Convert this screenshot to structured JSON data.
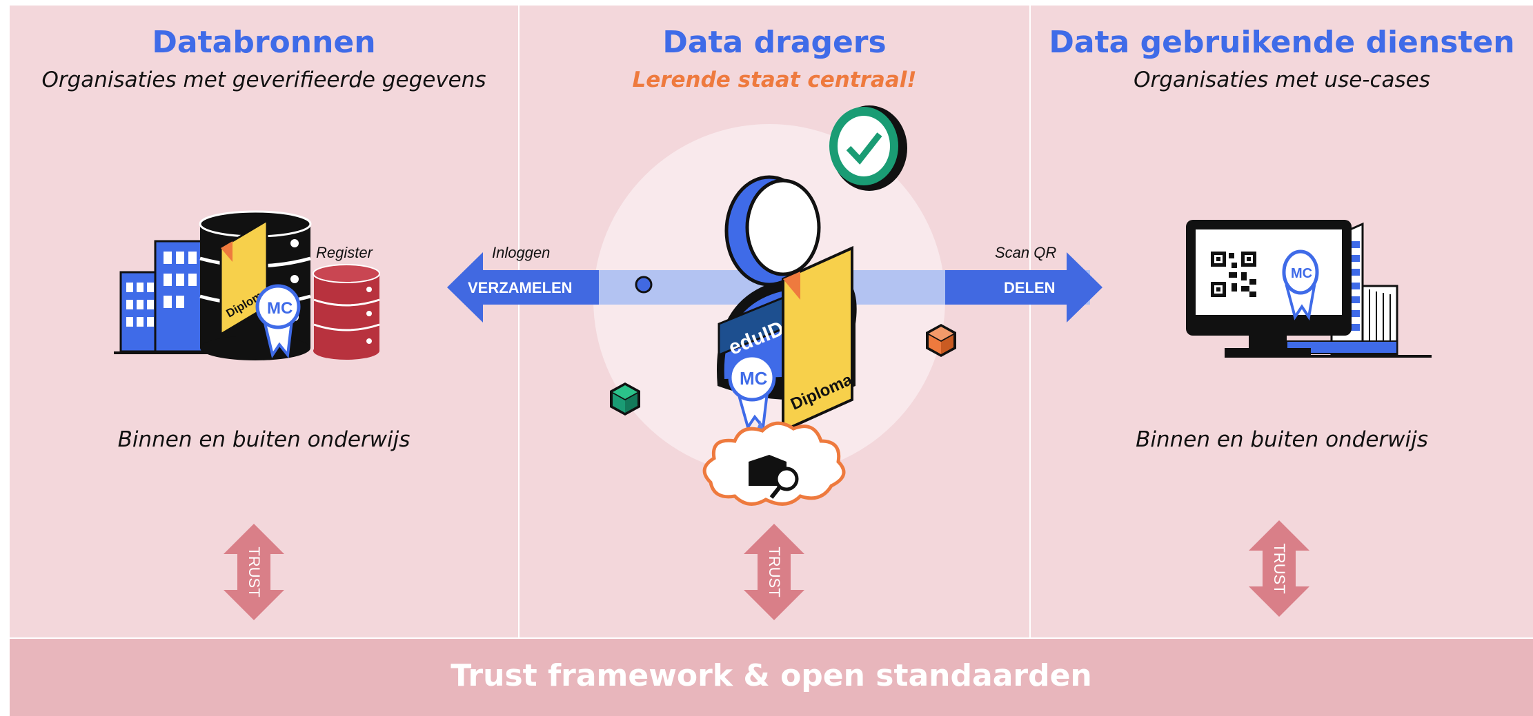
{
  "left": {
    "title": "Databronnen",
    "subtitle": "Organisaties met geverifieerde gegevens",
    "caption": "Binnen en buiten onderwijs",
    "register_label": "Register",
    "diploma_label": "Diploma",
    "badge_label": "MC",
    "trust_label": "TRUST"
  },
  "center": {
    "title": "Data dragers",
    "subtitle": "Lerende staat centraal!",
    "eduid_label": "eduID",
    "diploma_label": "Diploma",
    "badge_label": "MC",
    "trust_label": "TRUST"
  },
  "right": {
    "title": "Data gebruikende diensten",
    "subtitle": "Organisaties met use-cases",
    "caption": "Binnen en buiten onderwijs",
    "badge_label": "MC",
    "trust_label": "TRUST"
  },
  "arrows": {
    "left_label": "VERZAMELEN",
    "left_note": "Inloggen",
    "right_label": "DELEN",
    "right_note": "Scan QR"
  },
  "footer": {
    "text": "Trust framework & open standaarden"
  },
  "colors": {
    "panel_bg": "#f3d7db",
    "footer_bg": "#e8b6bc",
    "title_blue": "#3f6be8",
    "accent_orange": "#ee7a3e",
    "trust_arrow": "#d97f88",
    "arrow_blue": "#4169e1"
  }
}
